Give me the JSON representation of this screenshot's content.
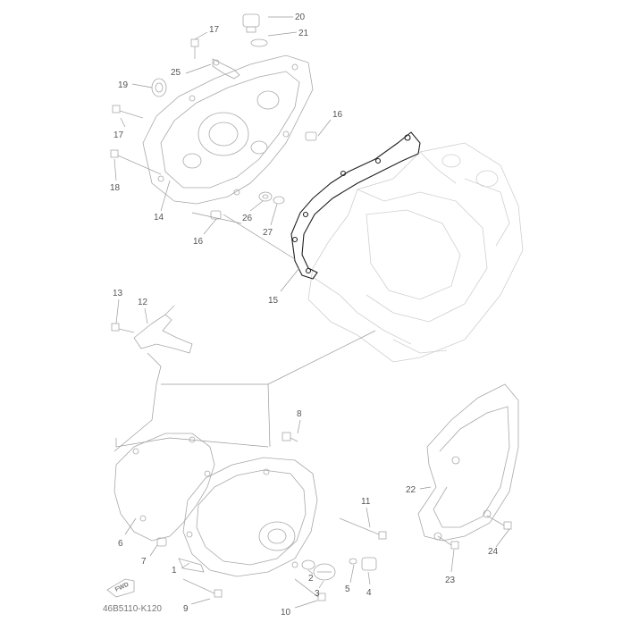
{
  "diagram_code": "46B5110-K120",
  "fwd_label": "FWD",
  "callouts": [
    {
      "id": "c1",
      "text": "1"
    },
    {
      "id": "c2",
      "text": "2"
    },
    {
      "id": "c3",
      "text": "3"
    },
    {
      "id": "c4",
      "text": "4"
    },
    {
      "id": "c5",
      "text": "5"
    },
    {
      "id": "c6",
      "text": "6"
    },
    {
      "id": "c7",
      "text": "7"
    },
    {
      "id": "c8",
      "text": "8"
    },
    {
      "id": "c9",
      "text": "9"
    },
    {
      "id": "c10",
      "text": "10"
    },
    {
      "id": "c11",
      "text": "11"
    },
    {
      "id": "c12",
      "text": "12"
    },
    {
      "id": "c13",
      "text": "13"
    },
    {
      "id": "c14",
      "text": "14"
    },
    {
      "id": "c15",
      "text": "15"
    },
    {
      "id": "c16a",
      "text": "16"
    },
    {
      "id": "c16b",
      "text": "16"
    },
    {
      "id": "c17a",
      "text": "17"
    },
    {
      "id": "c17b",
      "text": "17"
    },
    {
      "id": "c18",
      "text": "18"
    },
    {
      "id": "c19",
      "text": "19"
    },
    {
      "id": "c20",
      "text": "20"
    },
    {
      "id": "c21",
      "text": "21"
    },
    {
      "id": "c22",
      "text": "22"
    },
    {
      "id": "c23",
      "text": "23"
    },
    {
      "id": "c24",
      "text": "24"
    },
    {
      "id": "c25",
      "text": "25"
    },
    {
      "id": "c26",
      "text": "26"
    },
    {
      "id": "c27",
      "text": "27"
    }
  ]
}
